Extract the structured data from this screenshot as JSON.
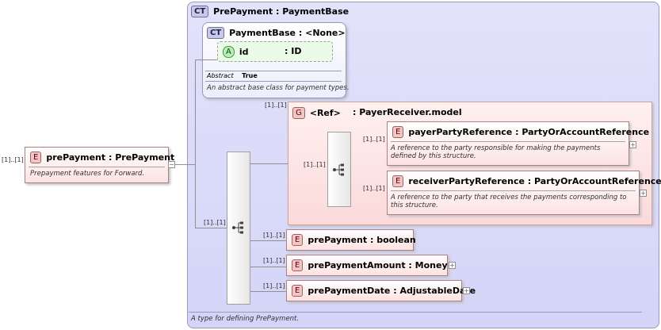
{
  "outer_type": {
    "badge": "CT",
    "name": "PrePayment",
    "base": "PaymentBase",
    "desc": "A type for defining PrePayment."
  },
  "base_type": {
    "badge": "CT",
    "name": "PaymentBase",
    "base": "<None>",
    "abstract_label": "Abstract",
    "abstract_value": "True",
    "desc": "An abstract base class for payment types."
  },
  "attribute": {
    "badge": "A",
    "name": "id",
    "type": "ID"
  },
  "root": {
    "card": "[1]..[1]",
    "badge": "E",
    "name": "prePayment",
    "type": "PrePayment",
    "desc": "Prepayment features for Forward.",
    "toggle": "−"
  },
  "group": {
    "card": "[1]..[1]",
    "badge": "G",
    "name": "<Ref>",
    "type": "PayerReceiver.model"
  },
  "sequence_cards": {
    "outer": "[1]..[1]",
    "inner": "[1]..[1]"
  },
  "group_children": [
    {
      "card": "[1]..[1]",
      "badge": "E",
      "name": "payerPartyReference",
      "type": "PartyOrAccountReference",
      "desc": "A reference to the party responsible for making the payments defined by this structure.",
      "toggle": "+"
    },
    {
      "card": "[1]..[1]",
      "badge": "E",
      "name": "receiverPartyReference",
      "type": "PartyOrAccountReference",
      "desc": "A reference to the party that receives the payments corresponding to this structure.",
      "toggle": "+"
    }
  ],
  "elements": [
    {
      "card": "[1]..[1]",
      "badge": "E",
      "name": "prePayment",
      "type": "boolean"
    },
    {
      "card": "[1]..[1]",
      "badge": "E",
      "name": "prePaymentAmount",
      "type": "Money",
      "toggle": "+"
    },
    {
      "card": "[1]..[1]",
      "badge": "E",
      "name": "prePaymentDate",
      "type": "AdjustableDate",
      "toggle": "+"
    }
  ],
  "colon": ":"
}
